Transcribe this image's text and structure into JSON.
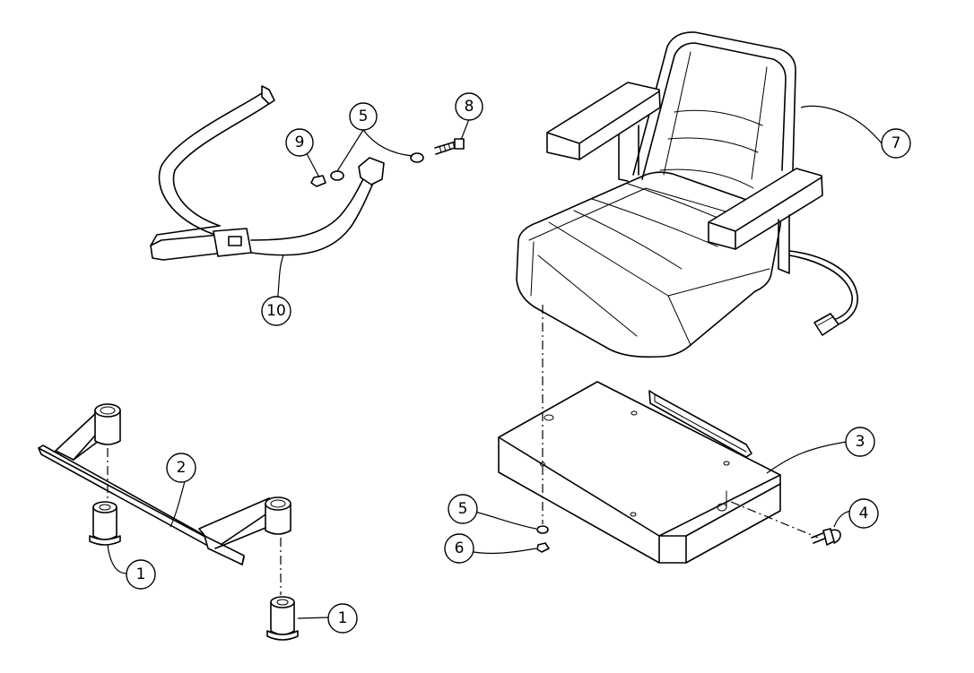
{
  "callouts": {
    "c1a": "1",
    "c1b": "1",
    "c2": "2",
    "c3": "3",
    "c4": "4",
    "c5a": "5",
    "c5b": "5",
    "c6": "6",
    "c7": "7",
    "c8": "8",
    "c9": "9",
    "c10": "10"
  },
  "colors": {
    "line": "#000000",
    "background": "#ffffff"
  }
}
